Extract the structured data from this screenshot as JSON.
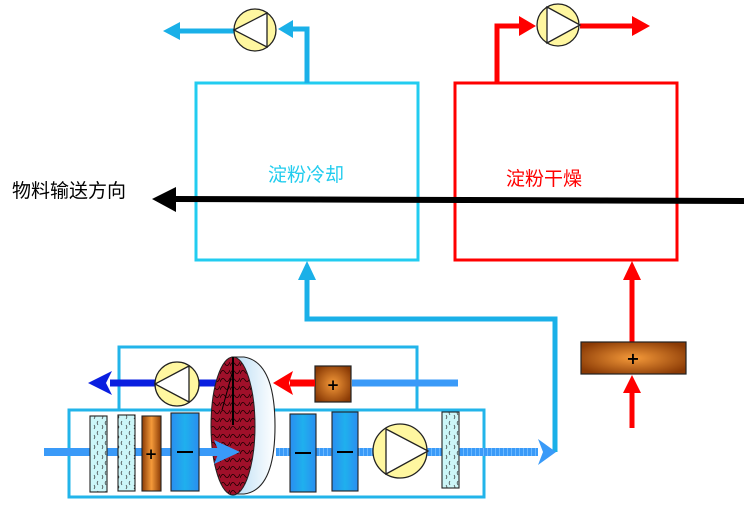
{
  "labels": {
    "material_direction": "物料输送方向",
    "starch_cooling": "淀粉冷却",
    "starch_drying": "淀粉干燥"
  },
  "symbols": {
    "heater": "+",
    "cooler": "−"
  },
  "colors": {
    "cool_line": "#1ab0e8",
    "cool_box": "#22ccf0",
    "hot_line": "#ff0000",
    "material_line": "#000000",
    "supply_air": "#3399ff",
    "exhaust_air": "#0a1fe0",
    "fan_fill": "#fff7a0",
    "heater_fill": "#d9701a",
    "cooler_fill": "#2aa6f0",
    "filter_fill": "#ccf6f8",
    "wheel_face": "#a0102a",
    "wheel_rim": "#dff0fb"
  },
  "components": [
    {
      "id": "cooling-chamber",
      "type": "chamber",
      "label_ref": "starch_cooling"
    },
    {
      "id": "drying-chamber",
      "type": "chamber",
      "label_ref": "starch_drying"
    },
    {
      "id": "cooling-exhaust-fan",
      "type": "fan"
    },
    {
      "id": "drying-exhaust-fan",
      "type": "fan"
    },
    {
      "id": "drying-heater",
      "type": "heater"
    },
    {
      "id": "regen-heater",
      "type": "heater"
    },
    {
      "id": "regen-fan",
      "type": "fan"
    },
    {
      "id": "desiccant-wheel",
      "type": "rotor"
    },
    {
      "id": "filter-1",
      "type": "filter"
    },
    {
      "id": "filter-2",
      "type": "filter"
    },
    {
      "id": "pre-heater",
      "type": "heater"
    },
    {
      "id": "pre-cooler",
      "type": "cooler"
    },
    {
      "id": "after-cooler-1",
      "type": "cooler"
    },
    {
      "id": "after-cooler-2",
      "type": "cooler"
    },
    {
      "id": "supply-fan",
      "type": "fan"
    },
    {
      "id": "filter-3",
      "type": "filter"
    }
  ]
}
